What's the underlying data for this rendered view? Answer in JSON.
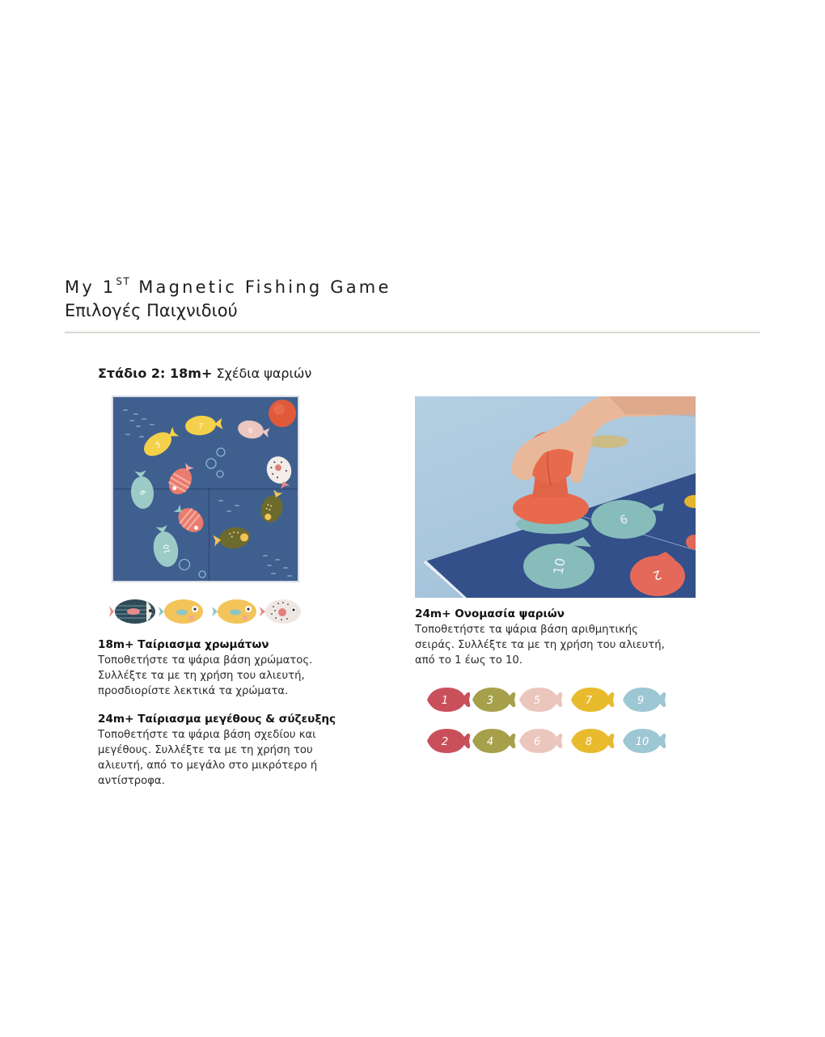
{
  "header": {
    "title_prefix": "My 1",
    "title_sup": "ST",
    "title_suffix": " Magnetic Fishing Game",
    "subtitle": "Επιλογές Παιχνιδιού"
  },
  "stage": {
    "label_bold": "Στάδιο 2: 18m+",
    "label_rest": " Σχέδια ψαριών"
  },
  "sections": {
    "color_matching": {
      "title": "18m+  Ταίριασμα χρωμάτων",
      "lines": [
        "Τοποθετήστε τα ψάρια βάση χρώματος.",
        "Συλλέξτε τα με τη χρήση του αλιευτή,",
        "προσδιορίστε λεκτικά τα χρώματα."
      ]
    },
    "size_matching": {
      "title": "24m+ Ταίριασμα μεγέθους & σύζευξης",
      "lines": [
        "Τοποθετήστε τα ψάρια  βάση σχεδίου και",
        "μεγέθους. Συλλέξτε τα με τη χρήση του",
        "αλιευτή, από το μεγάλο στο μικρότερο ή",
        "αντίστροφα."
      ]
    },
    "fish_naming": {
      "title": "24m+ Ονομασία ψαριών",
      "lines": [
        "Τοποθετήστε τα ψάρια βάση αριθμητικής",
        "σειράς. Συλλέξτε τα με τη χρήση του αλιευτή,",
        "από το 1 έως το 10."
      ]
    }
  },
  "pattern_fish": [
    {
      "name": "striped-navy-fish",
      "body": "#2f4b57",
      "accent": "#e88a8a"
    },
    {
      "name": "yellow-check-fish-1",
      "body": "#f2c45a",
      "accent": "#8cc7c4"
    },
    {
      "name": "yellow-check-fish-2",
      "body": "#f2c45a",
      "accent": "#8cc7c4"
    },
    {
      "name": "dotted-white-fish",
      "body": "#efe8e2",
      "accent": "#e0807a"
    }
  ],
  "number_fish": {
    "top_row": [
      {
        "number": "1",
        "color": "#c9505b"
      },
      {
        "number": "3",
        "color": "#a6a04a"
      },
      {
        "number": "5",
        "color": "#ebc6bc"
      },
      {
        "number": "7",
        "color": "#e8bb2e"
      },
      {
        "number": "9",
        "color": "#9cc7d3"
      }
    ],
    "bottom_row": [
      {
        "number": "2",
        "color": "#c9505b"
      },
      {
        "number": "4",
        "color": "#a6a04a"
      },
      {
        "number": "6",
        "color": "#ebc6bc"
      },
      {
        "number": "8",
        "color": "#e8bb2e"
      },
      {
        "number": "10",
        "color": "#9cc7d3"
      }
    ]
  },
  "board_fish_numbers": [
    "7",
    "5",
    "6",
    "9",
    "10"
  ],
  "photo_fish_numbers": [
    "9",
    "10",
    "2"
  ]
}
